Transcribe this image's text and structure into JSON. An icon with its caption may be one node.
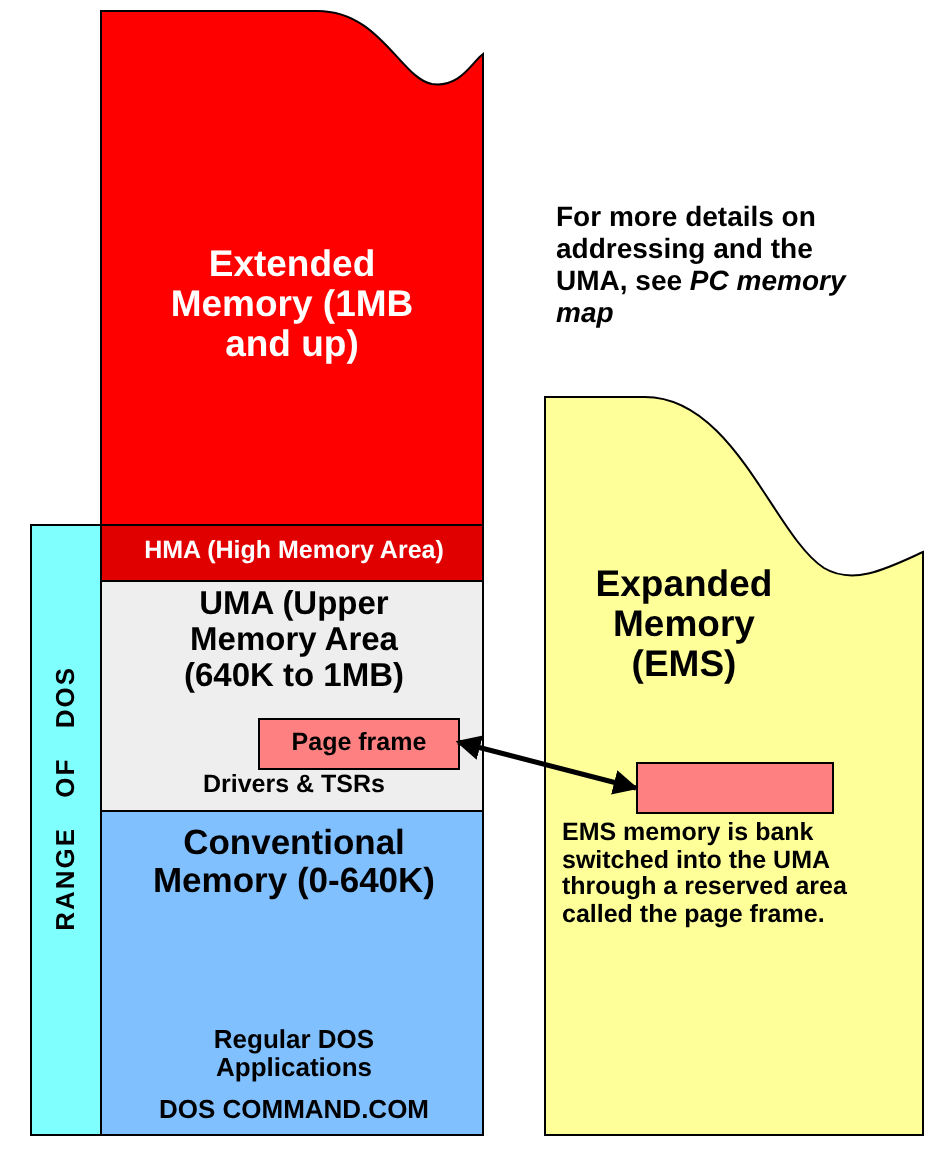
{
  "diagram": {
    "nodes": [
      {
        "text": [
          "RANGE OF DOS"
        ]
      },
      {
        "text": [
          "Extended Memory (1MB and up)"
        ]
      },
      {
        "text": [
          "HMA (High Memory Area)"
        ]
      },
      {
        "text": [
          "UMA (Upper Memory Area (640K to 1MB)",
          "Drivers & TSRs"
        ]
      },
      {
        "text": [
          "Page frame"
        ],
        "in": 3
      },
      {
        "text": [
          "Conventional Memory (0-640K)",
          "Regular DOS Applications",
          "DOS COMMAND.COM"
        ]
      },
      {
        "text": [
          "Expanded Memory (EMS)",
          "EMS memory is bank switched into the UMA through a reserved area called the page frame."
        ]
      },
      {
        "text": [],
        "shape": "box",
        "in": 6
      }
    ],
    "edges": [
      {
        "from": 7,
        "to": 4,
        "arrow": "both"
      }
    ],
    "labels": [
      "For more details on addressing and the UMA, see *PC memory map*"
    ]
  }
}
